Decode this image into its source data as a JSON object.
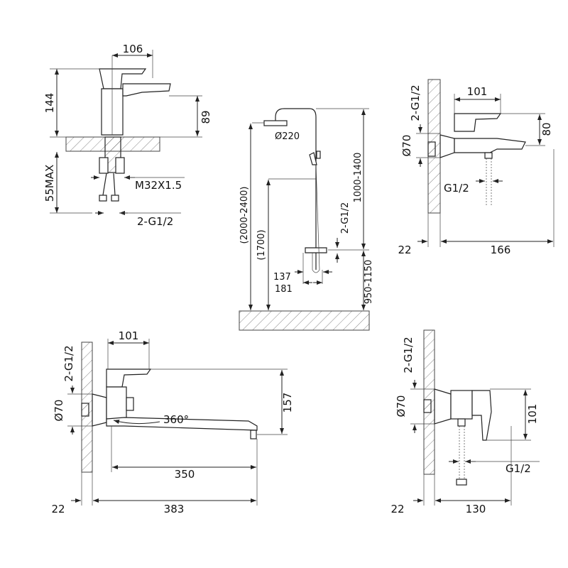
{
  "basin_mixer": {
    "width": "106",
    "height": "144",
    "spout_height": "89",
    "max_thickness": "55MAX",
    "thread": "M32X1.5",
    "connection": "2-G1/2"
  },
  "shower_column": {
    "head_diameter": "Ø220",
    "total_height": "(2000-2400)",
    "holder_height": "(1700)",
    "column_length": "1000-1400",
    "connection": "2-G1/2",
    "mixer_height": "950-1150",
    "dim_137": "137",
    "dim_181": "181"
  },
  "bath_mixer": {
    "connection": "2-G1/2",
    "width": "101",
    "height": "80",
    "escutcheon": "Ø70",
    "hose": "G1/2",
    "wall_offset": "22",
    "depth": "166"
  },
  "long_spout_mixer": {
    "connection": "2-G1/2",
    "width": "101",
    "height": "157",
    "escutcheon": "Ø70",
    "rotation": "360°",
    "spout_length": "350",
    "wall_offset": "22",
    "total_depth": "383"
  },
  "shower_mixer": {
    "connection": "2-G1/2",
    "escutcheon": "Ø70",
    "height": "101",
    "hose": "G1/2",
    "wall_offset": "22",
    "depth": "130"
  }
}
